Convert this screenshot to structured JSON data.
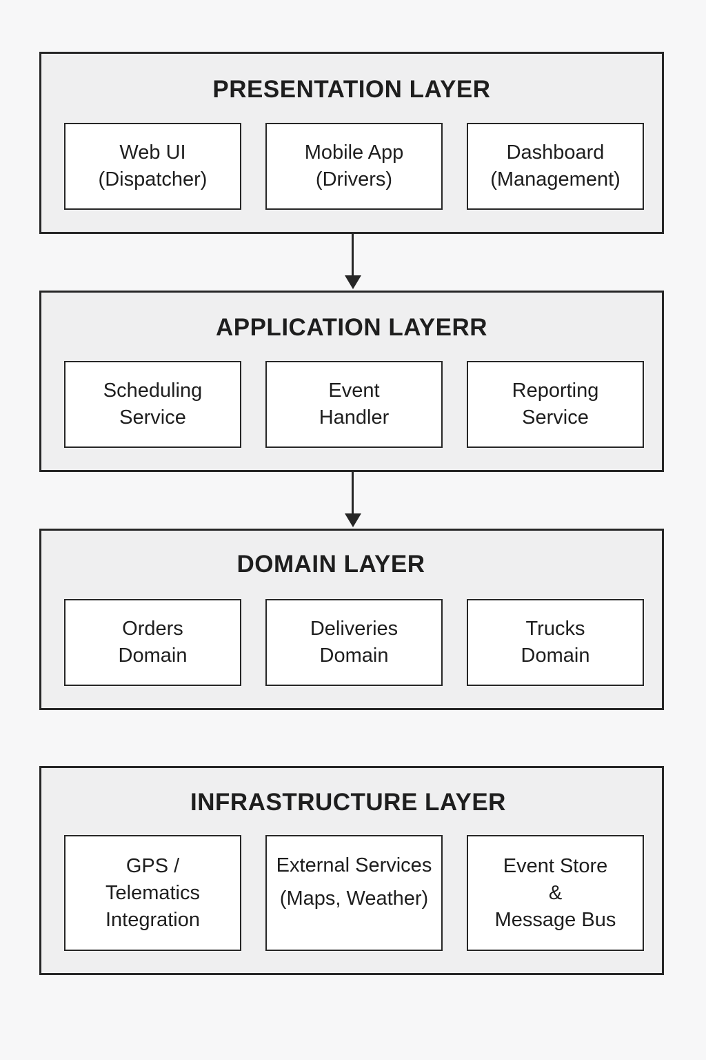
{
  "layers": [
    {
      "title": "PRESENTATION LAYER",
      "components": [
        {
          "line1": "Web UI",
          "line2": "(Dispatcher)"
        },
        {
          "line1": "Mobile App",
          "line2": "(Drivers)"
        },
        {
          "line1": "Dashboard",
          "line2": "(Management)"
        }
      ]
    },
    {
      "title": "APPLICATION LAYERR",
      "components": [
        {
          "line1": "Scheduling",
          "line2": "Service"
        },
        {
          "line1": "Event",
          "line2": "Handler"
        },
        {
          "line1": "Reporting",
          "line2": "Service"
        }
      ]
    },
    {
      "title": "DOMAIN LAYER",
      "components": [
        {
          "line1": "Orders",
          "line2": "Domain"
        },
        {
          "line1": "Deliveries",
          "line2": "Domain"
        },
        {
          "line1": "Trucks",
          "line2": "Domain"
        }
      ]
    },
    {
      "title": "INFRASTRUCTURE LAYER",
      "components": [
        {
          "line1": "GPS /",
          "line2": "Telematics",
          "line3": "Integration"
        },
        {
          "line1": "External Services",
          "line2": "(Maps, Weather)"
        },
        {
          "line1": "Event Store",
          "line2": "&",
          "line3": "Message Bus"
        }
      ]
    }
  ]
}
